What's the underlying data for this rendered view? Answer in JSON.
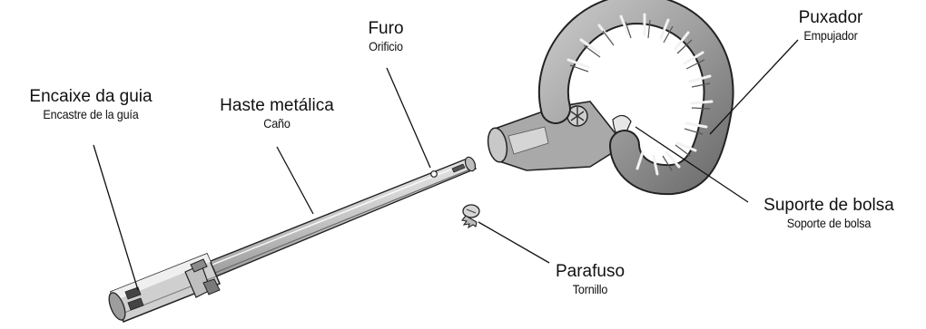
{
  "labels": {
    "guide_socket": {
      "pt": "Encaixe da guia",
      "es": "Encastre de la guía"
    },
    "metal_tube": {
      "pt": "Haste metálica",
      "es": "Caño"
    },
    "hole": {
      "pt": "Furo",
      "es": "Orificio"
    },
    "handle": {
      "pt": "Puxador",
      "es": "Empujador"
    },
    "bag_support": {
      "pt": "Suporte de bolsa",
      "es": "Soporte de bolsa"
    },
    "screw": {
      "pt": "Parafuso",
      "es": "Tornillo"
    }
  },
  "colors": {
    "line": "#111111",
    "part_fill": "#d9d9d9",
    "part_shade": "#9a9a9a",
    "part_dark": "#555555"
  }
}
